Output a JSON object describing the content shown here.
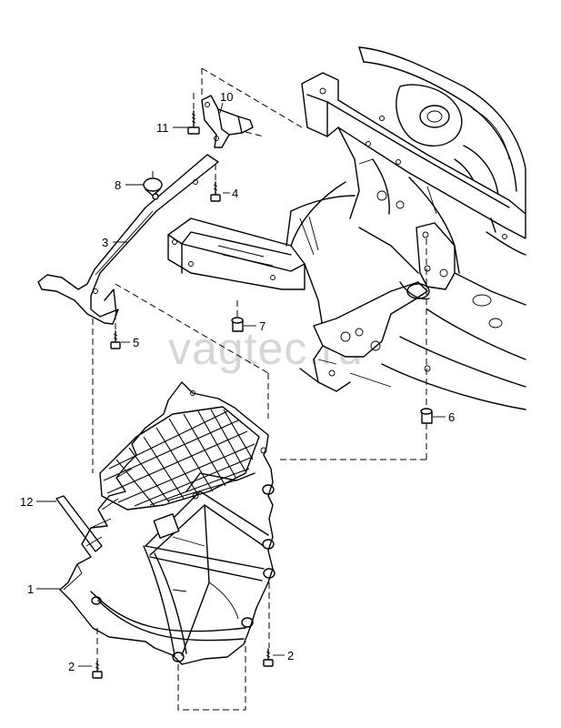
{
  "watermark": "vagtec.ru",
  "callouts": [
    {
      "id": "callout-1",
      "label": "1"
    },
    {
      "id": "callout-2a",
      "label": "2"
    },
    {
      "id": "callout-2b",
      "label": "2"
    },
    {
      "id": "callout-3",
      "label": "3"
    },
    {
      "id": "callout-4",
      "label": "4"
    },
    {
      "id": "callout-5",
      "label": "5"
    },
    {
      "id": "callout-6",
      "label": "6"
    },
    {
      "id": "callout-7",
      "label": "7"
    },
    {
      "id": "callout-8",
      "label": "8"
    },
    {
      "id": "callout-10",
      "label": "10"
    },
    {
      "id": "callout-11",
      "label": "11"
    },
    {
      "id": "callout-12",
      "label": "12"
    }
  ]
}
